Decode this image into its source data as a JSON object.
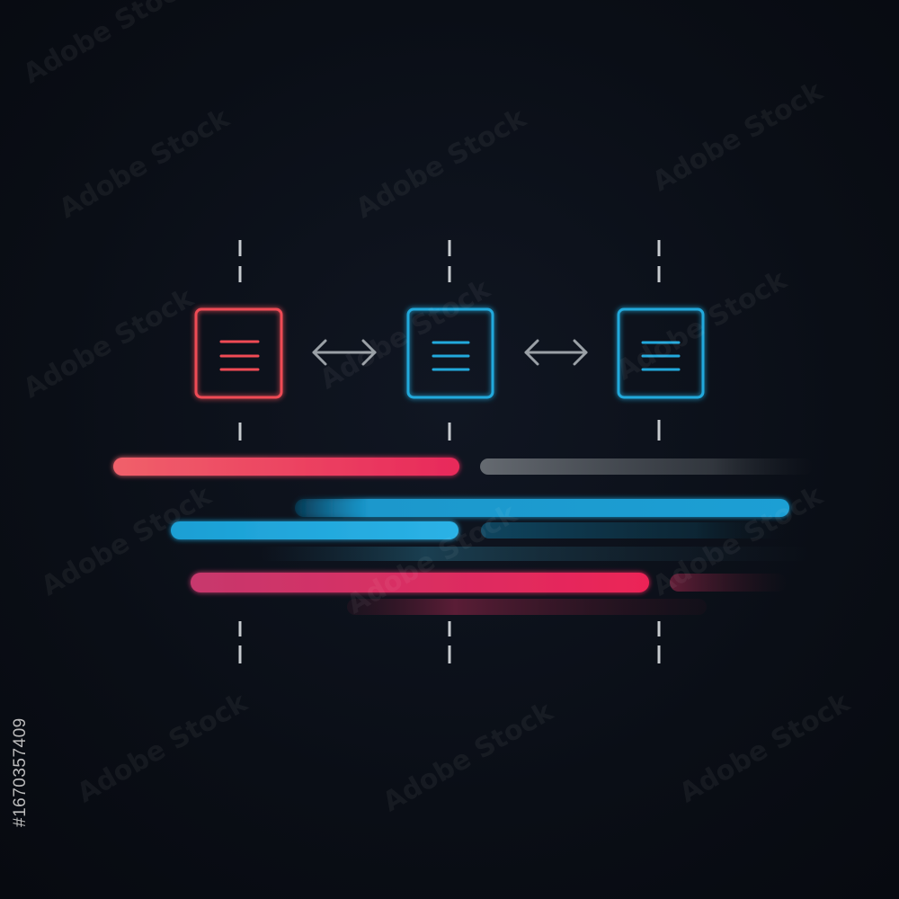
{
  "watermark": {
    "text": "Adobe Stock",
    "id_text": "#1670357409"
  },
  "colors": {
    "background": "#0b0f17",
    "red": "#ef4b55",
    "pink": "#e8295e",
    "blue": "#22a9dc",
    "gray": "#9aa0a6",
    "tick": "#c8ccd0"
  },
  "icons": [
    {
      "name": "document-icon",
      "color": "red"
    },
    {
      "name": "left-right-arrow-icon",
      "color": "gray"
    },
    {
      "name": "document-icon",
      "color": "blue"
    },
    {
      "name": "left-right-arrow-icon",
      "color": "gray"
    },
    {
      "name": "document-icon",
      "color": "blue"
    }
  ]
}
